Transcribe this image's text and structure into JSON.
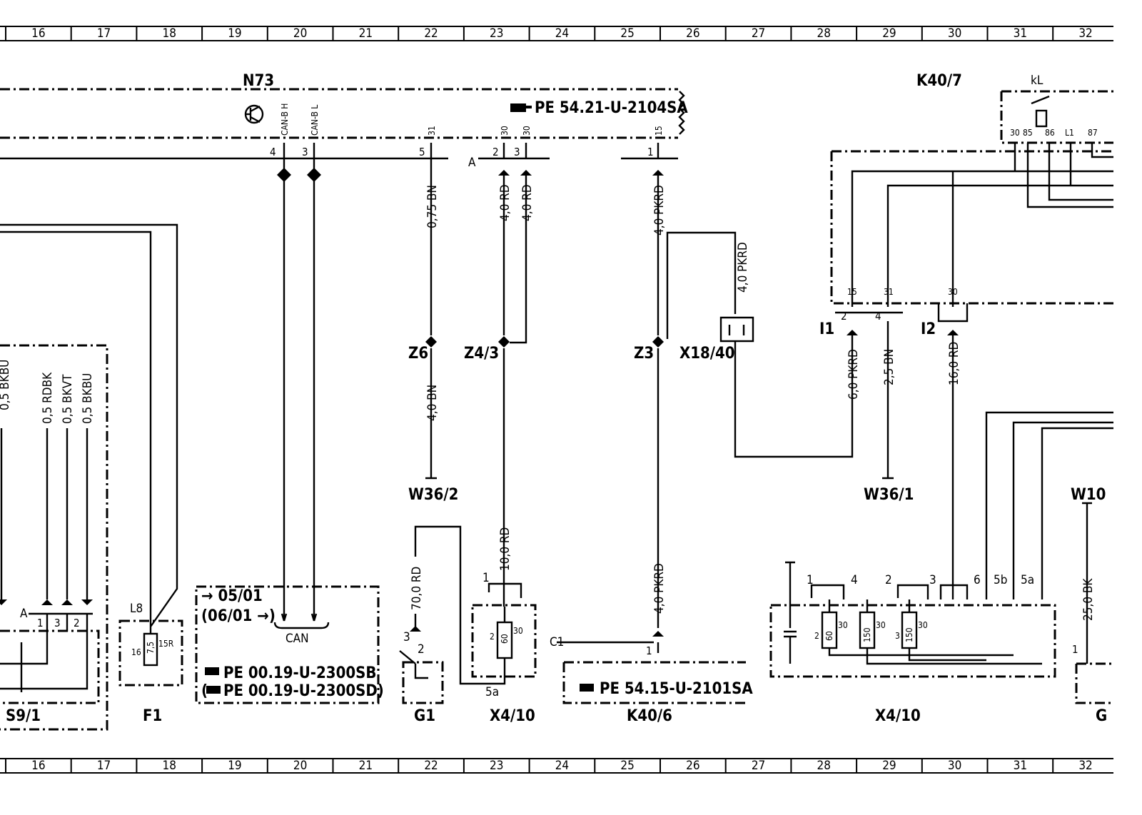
{
  "grid_numbers": [
    "16",
    "17",
    "18",
    "19",
    "20",
    "21",
    "22",
    "23",
    "24",
    "25",
    "26",
    "27",
    "28",
    "29",
    "30",
    "31",
    "32"
  ],
  "components": {
    "n73": "N73",
    "k40_7": "K40/7",
    "kl": "kL",
    "s9_1": "S9/1",
    "f1": "F1",
    "g1": "G1",
    "x4_10_left": "X4/10",
    "k40_6": "K40/6",
    "x4_10_right": "X4/10",
    "g_partial": "G",
    "z6": "Z6",
    "z4_3": "Z4/3",
    "z3": "Z3",
    "x18_40": "X18/40",
    "w36_2": "W36/2",
    "w36_1": "W36/1",
    "w10": "W10",
    "l8": "L8",
    "i1": "I1",
    "i2": "I2",
    "a_left": "A",
    "a_n73": "A",
    "c1": "C1"
  },
  "references": {
    "n73_ref": "PE  54.21-U-2104SA",
    "k40_6_ref": "PE  54.15-U-2101SA",
    "can_ref1": "PE  00.19-U-2300SB",
    "can_ref2": "PE  00.19-U-2300SD)",
    "can_ref2_open": "(",
    "can_date1": "05/01",
    "can_date2": "(06/01",
    "can_date2_close": ")",
    "can_label": "CAN"
  },
  "pin_labels": {
    "can_b_h": "CAN-B H",
    "can_b_l": "CAN-B L",
    "t31": "31",
    "t30a": "30",
    "t30b": "30",
    "t15": "15",
    "p4": "4",
    "p3": "3",
    "p5": "5",
    "p2": "2",
    "p3b": "3",
    "p1": "1",
    "k30": "30",
    "k85": "85",
    "k86": "86",
    "kl1": "L1",
    "k87": "87",
    "i15": "15",
    "i31": "31",
    "i30": "30",
    "i2pin": "2",
    "i4pin": "4"
  },
  "wires": {
    "w_075bn": "0,75 BN",
    "w_40rd_a": "4,0 RD",
    "w_40rd_b": "4,0 RD",
    "w_40pkrd_a": "4,0 PKRD",
    "w_40pkrd_b": "4,0 PKRD",
    "w_40bn": "4,0 BN",
    "w_100rd": "10,0 RD",
    "w_700rd": "70,0 RD",
    "w_40pkrd_c": "4,0 PKRD",
    "w_60pkrd": "6,0 PKRD",
    "w_25bn": "2,5 BN",
    "w_160rd": "16,0 RD",
    "w_250bk": "25,0 BK",
    "w_05bkbu_l": "0,5 BKBU",
    "w_05rdbk": "0,5 RDBK",
    "w_05bkvt": "0,5 BKVT",
    "w_05bkbu": "0,5 BKBU"
  },
  "fuse_labels": {
    "f1_fuse": "7,5",
    "f1_16": "16",
    "f1_15r": "15R",
    "x410_fuse": "60",
    "x410_30": "30",
    "x410_2": "2",
    "x410_1": "1",
    "x410_5a": "5a",
    "r_f1": "60",
    "r_f2": "150",
    "r_f3": "150",
    "r_2": "2",
    "r_3": "3",
    "r_30a": "30",
    "r_30b": "30",
    "r_30c": "30",
    "r_t1": "1",
    "r_t4": "4",
    "r_t2": "2",
    "r_t3": "3",
    "r_t6": "6",
    "r_t5b": "5b",
    "r_t5a": "5a",
    "g1_3": "3",
    "g1_2": "2",
    "s91_1": "1",
    "s91_3": "3",
    "s91_2": "2",
    "w10_1": "1"
  }
}
